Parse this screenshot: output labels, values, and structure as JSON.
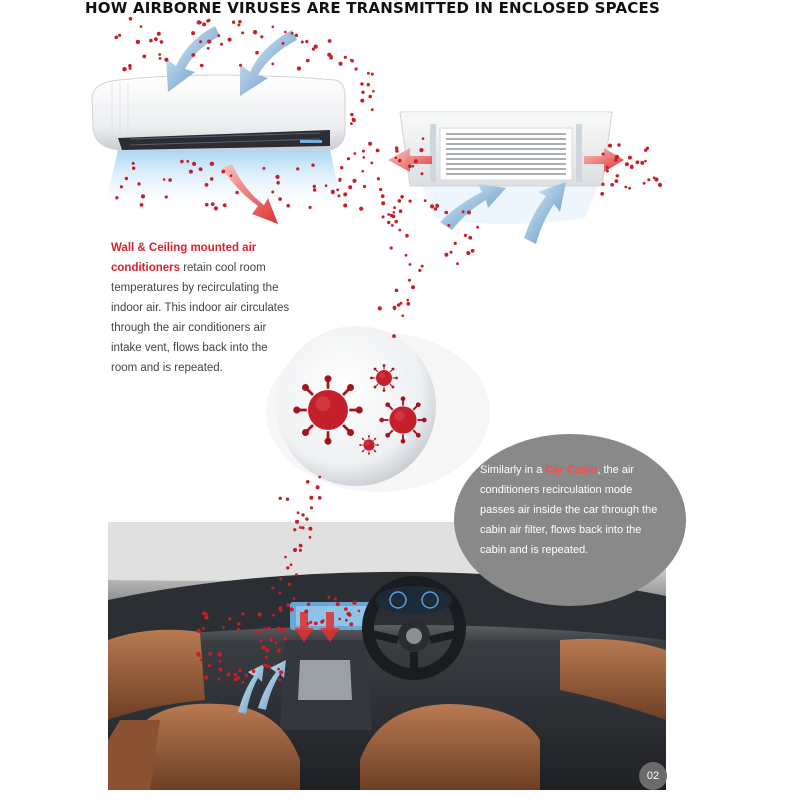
{
  "title": "HOW AIRBORNE VIRUSES ARE TRANSMITTED IN ENCLOSED SPACES",
  "wall_description": {
    "highlight": "Wall & Ceiling mounted air conditioners",
    "text": " retain cool room temperatures by recirculating the indoor air. This indoor air circulates through the air conditioners air intake vent, flows back into the room and is repeated."
  },
  "car_description": {
    "prefix": "Similarly in a ",
    "highlight": "Car Cabin",
    "text": ", the air conditioners recirculation mode passes air inside the car through the cabin air filter, flows back into the cabin and is repeated."
  },
  "page_number": "02",
  "colors": {
    "virus_red": "#c81e28",
    "highlight_red": "#d9232d",
    "airflow_blue": "#5f98c6",
    "cool_air": "#bfe0f5",
    "circle_grey": "#8a8989",
    "leather_brown": "#8a5232"
  },
  "icons": [
    "virus-icon",
    "airflow-arrow-icon",
    "wall-air-conditioner",
    "ceiling-cassette-unit",
    "car-dashboard"
  ]
}
